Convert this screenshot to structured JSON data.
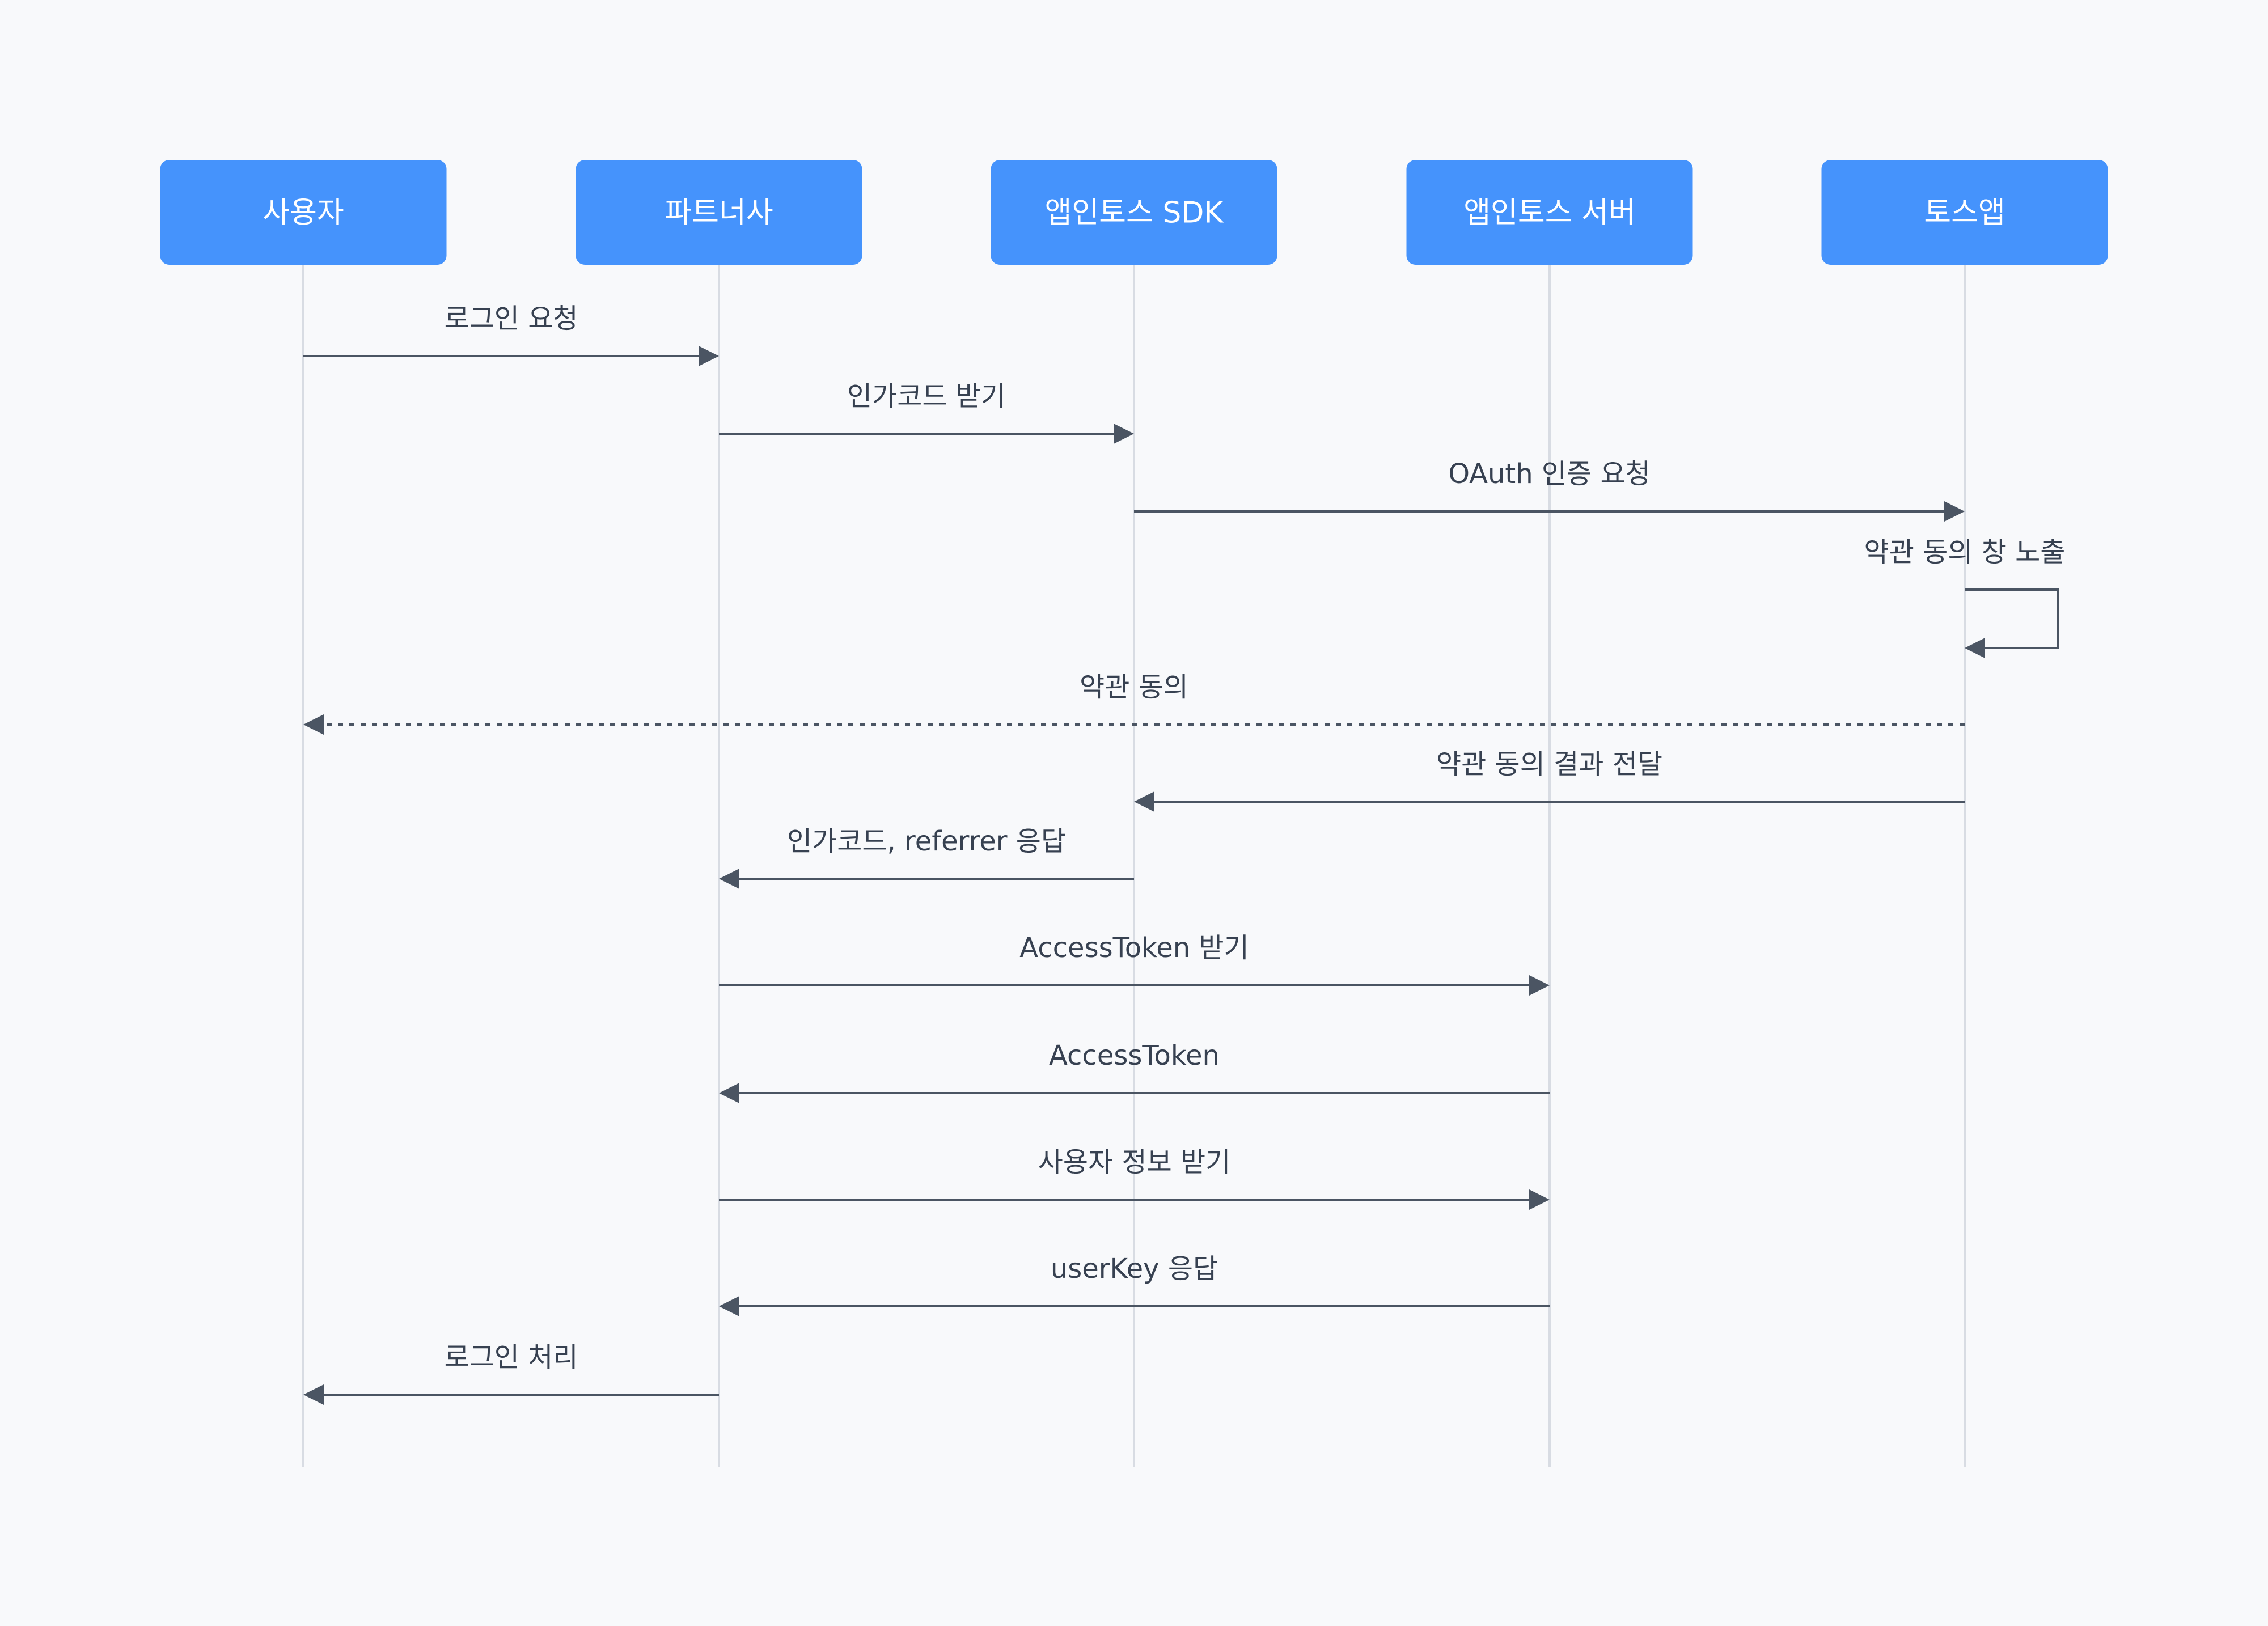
{
  "colors": {
    "background": "#f8f9fb",
    "actor_box": "#4593fc",
    "actor_text": "#ffffff",
    "lifeline": "#d8dce3",
    "arrow": "#4b5563",
    "message_text": "#374151"
  },
  "actors": [
    {
      "id": "user",
      "label": "사용자"
    },
    {
      "id": "partner",
      "label": "파트너사"
    },
    {
      "id": "sdk",
      "label": "앱인토스 SDK"
    },
    {
      "id": "server",
      "label": "앱인토스 서버"
    },
    {
      "id": "toss",
      "label": "토스앱"
    }
  ],
  "messages": [
    {
      "from": "user",
      "to": "partner",
      "label": "로그인 요청",
      "style": "solid"
    },
    {
      "from": "partner",
      "to": "sdk",
      "label": "인가코드 받기",
      "style": "solid"
    },
    {
      "from": "sdk",
      "to": "toss",
      "label": "OAuth 인증 요청",
      "style": "solid"
    },
    {
      "from": "toss",
      "to": "toss",
      "label": "약관 동의 창 노출",
      "style": "self"
    },
    {
      "from": "toss",
      "to": "user",
      "label": "약관 동의",
      "style": "dotted"
    },
    {
      "from": "toss",
      "to": "sdk",
      "label": "약관 동의 결과 전달",
      "style": "solid"
    },
    {
      "from": "sdk",
      "to": "partner",
      "label": "인가코드, referrer 응답",
      "style": "solid"
    },
    {
      "from": "partner",
      "to": "server",
      "label": "AccessToken 받기",
      "style": "solid"
    },
    {
      "from": "server",
      "to": "partner",
      "label": "AccessToken",
      "style": "solid"
    },
    {
      "from": "partner",
      "to": "server",
      "label": "사용자 정보 받기",
      "style": "solid"
    },
    {
      "from": "server",
      "to": "partner",
      "label": "userKey 응답",
      "style": "solid"
    },
    {
      "from": "partner",
      "to": "user",
      "label": "로그인 처리",
      "style": "solid"
    }
  ]
}
